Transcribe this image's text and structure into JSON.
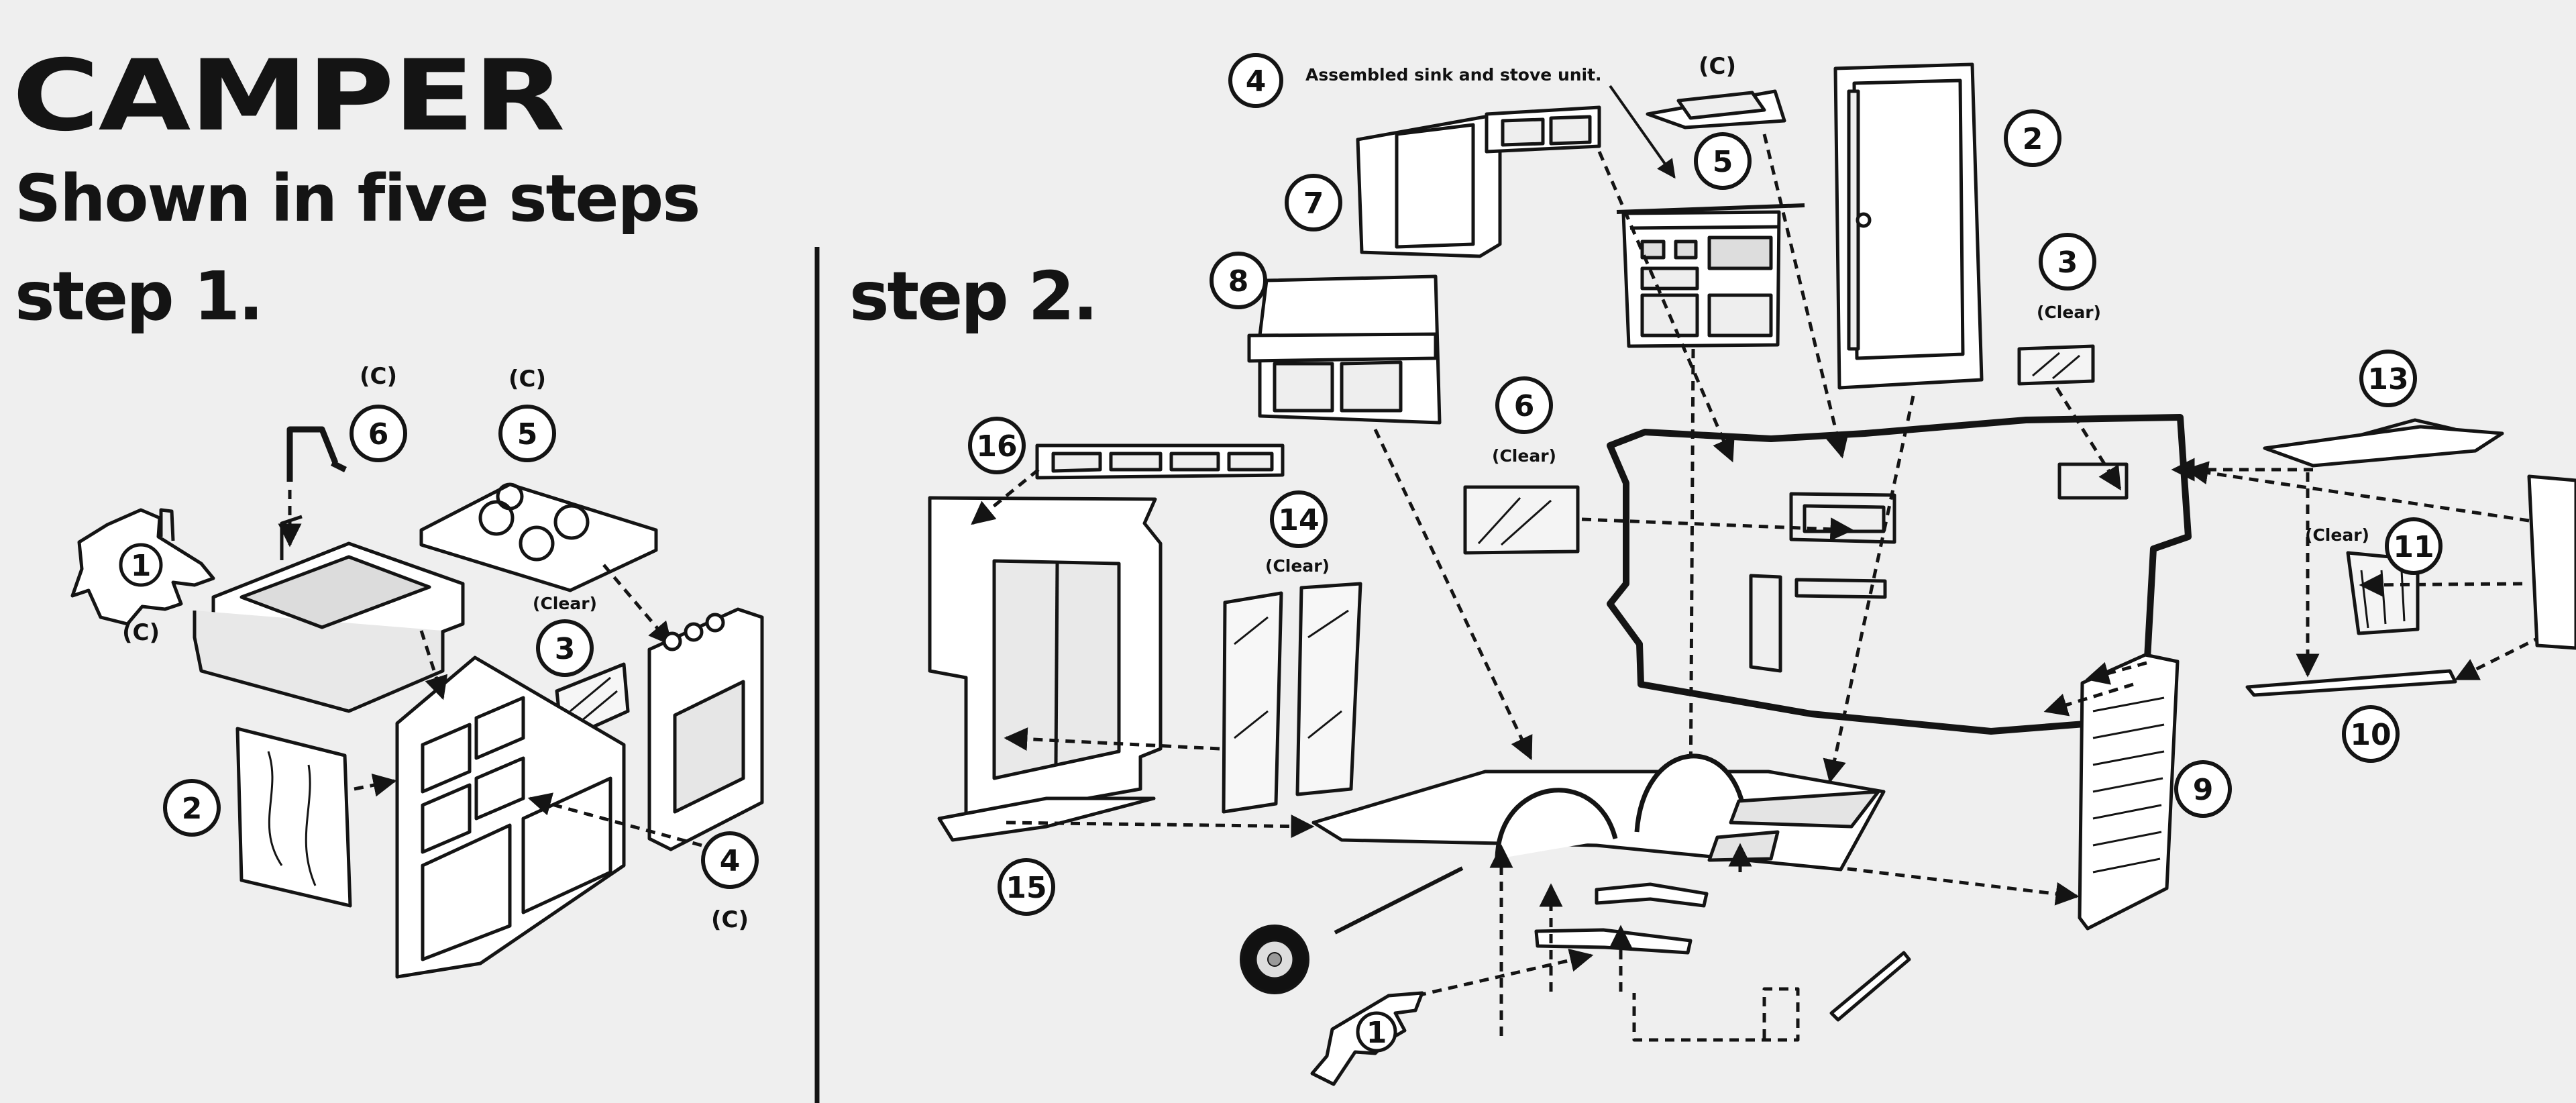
{
  "header": {
    "title": "CAMPER",
    "subtitle": "Shown in five steps"
  },
  "step1": {
    "title": "step 1.",
    "callouts": {
      "hand": "1",
      "hand_tag": "(C)",
      "part2": "2",
      "part3": "3",
      "part3_tag": "(Clear)",
      "part4": "4",
      "part4_tag": "(C)",
      "part5": "5",
      "part5_tag": "(C)",
      "part6": "6",
      "part6_tag": "(C)"
    }
  },
  "step2": {
    "title": "step 2.",
    "note": "Assembled sink and stove unit.",
    "callouts": {
      "part1": "1",
      "part2": "2",
      "part3": "3",
      "part3_tag": "(Clear)",
      "part4": "4",
      "part5": "5",
      "part5_tag": "(C)",
      "part6": "6",
      "part6_tag": "(Clear)",
      "part7": "7",
      "part8": "8",
      "part9": "9",
      "part10": "10",
      "part11": "11",
      "part11_tag": "(Clear)",
      "part13": "13",
      "part14": "14",
      "part14_tag": "(Clear)",
      "part15": "15",
      "part16": "16"
    }
  },
  "colors": {
    "ink": "#141414",
    "paper": "#efefef",
    "part_fill": "#ffffff"
  }
}
